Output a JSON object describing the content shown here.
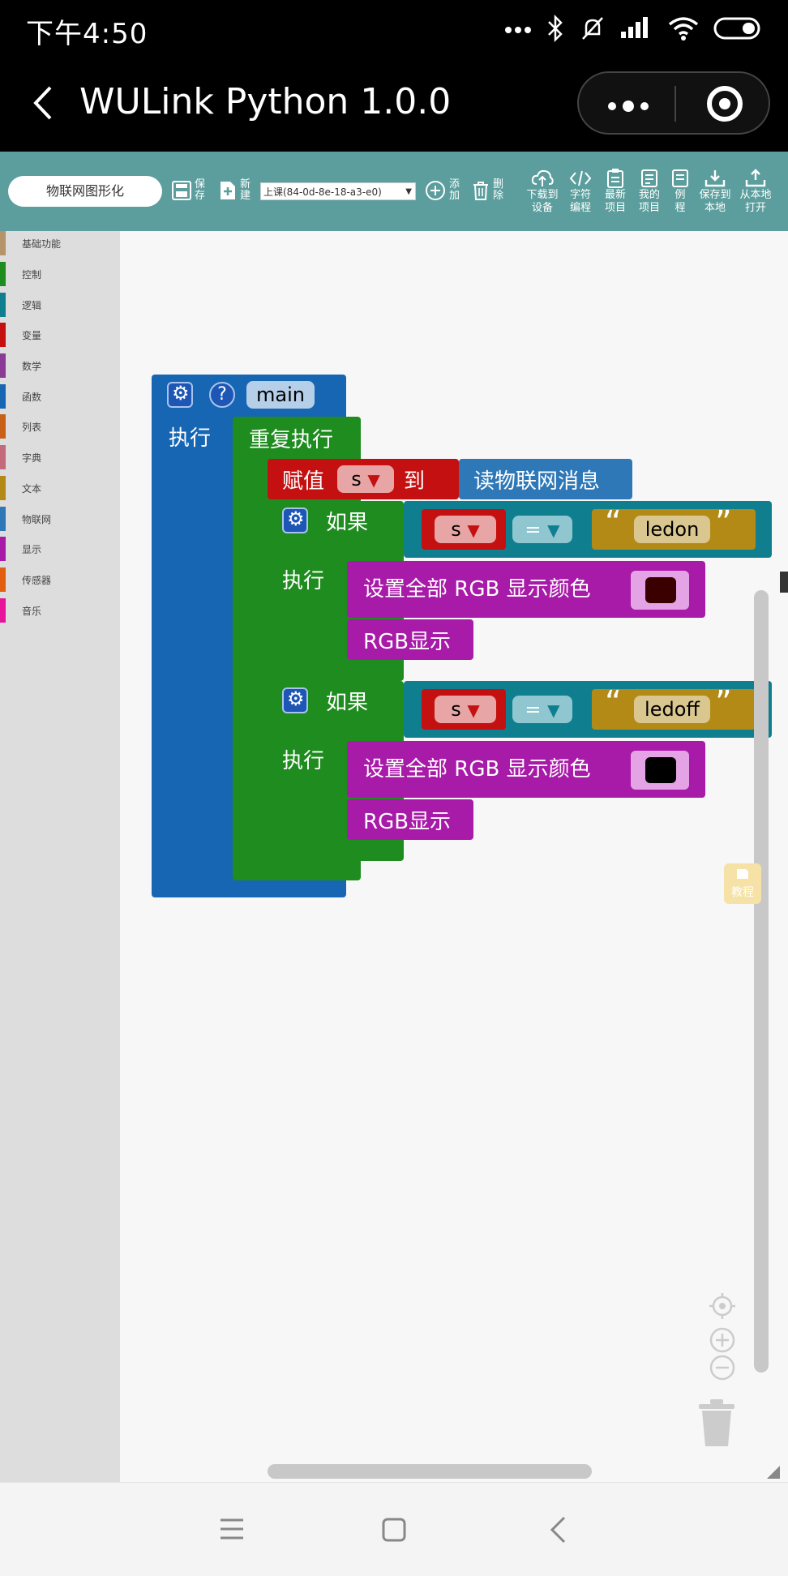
{
  "status": {
    "time": "下午4:50"
  },
  "titlebar": {
    "title": "WULink Python 1.0.0"
  },
  "toolbar": {
    "project_name": "物联网图形化",
    "save_label": "保存",
    "new_label": "新建",
    "device_select": "上课(84-0d-8e-18-a3-e0)",
    "add_label": "添加",
    "delete_label": "删除",
    "download_label": [
      "下载到",
      "设备"
    ],
    "char_label": [
      "字符",
      "编程"
    ],
    "latest_label": [
      "最新",
      "项目"
    ],
    "my_label": [
      "我的",
      "项目"
    ],
    "example_label": [
      "例",
      "程"
    ],
    "save_local_label": [
      "保存到",
      "本地"
    ],
    "open_local_label": [
      "从本地",
      "打开"
    ]
  },
  "categories": [
    {
      "label": "基础功能",
      "color": "#b5946a"
    },
    {
      "label": "控制",
      "color": "#1e8c1e"
    },
    {
      "label": "逻辑",
      "color": "#0f7f8f"
    },
    {
      "label": "变量",
      "color": "#c41010"
    },
    {
      "label": "数学",
      "color": "#8b3a96"
    },
    {
      "label": "函数",
      "color": "#1766b3"
    },
    {
      "label": "列表",
      "color": "#c8601a"
    },
    {
      "label": "字典",
      "color": "#c46a7a"
    },
    {
      "label": "文本",
      "color": "#b38a16"
    },
    {
      "label": "物联网",
      "color": "#2e78b8"
    },
    {
      "label": "显示",
      "color": "#a81aa8"
    },
    {
      "label": "传感器",
      "color": "#e06010"
    },
    {
      "label": "音乐",
      "color": "#e8149a"
    }
  ],
  "blocks": {
    "main_name": "main",
    "help_mark": "?",
    "exec": "执行",
    "repeat": "重复执行",
    "assign": "赋值",
    "var_s": "s",
    "to": "到",
    "read_iot": "读物联网消息",
    "if_label": "如果",
    "eq": "=",
    "ledon": "ledon",
    "ledoff": "ledoff",
    "set_rgb": "设置全部 RGB 显示颜色",
    "rgb_show": "RGB显示",
    "open_quote": "“",
    "close_quote": "”",
    "dropdown": "▼"
  },
  "colors": {
    "function": "#1766b3",
    "control": "#1e8c1e",
    "variable": "#c41010",
    "iot": "#2e78b8",
    "logic": "#0f7f8f",
    "text": "#b38a16",
    "display": "#a81aa8",
    "color_on": "#3a0000",
    "color_off": "#000000"
  },
  "tutorial_label": "教程"
}
